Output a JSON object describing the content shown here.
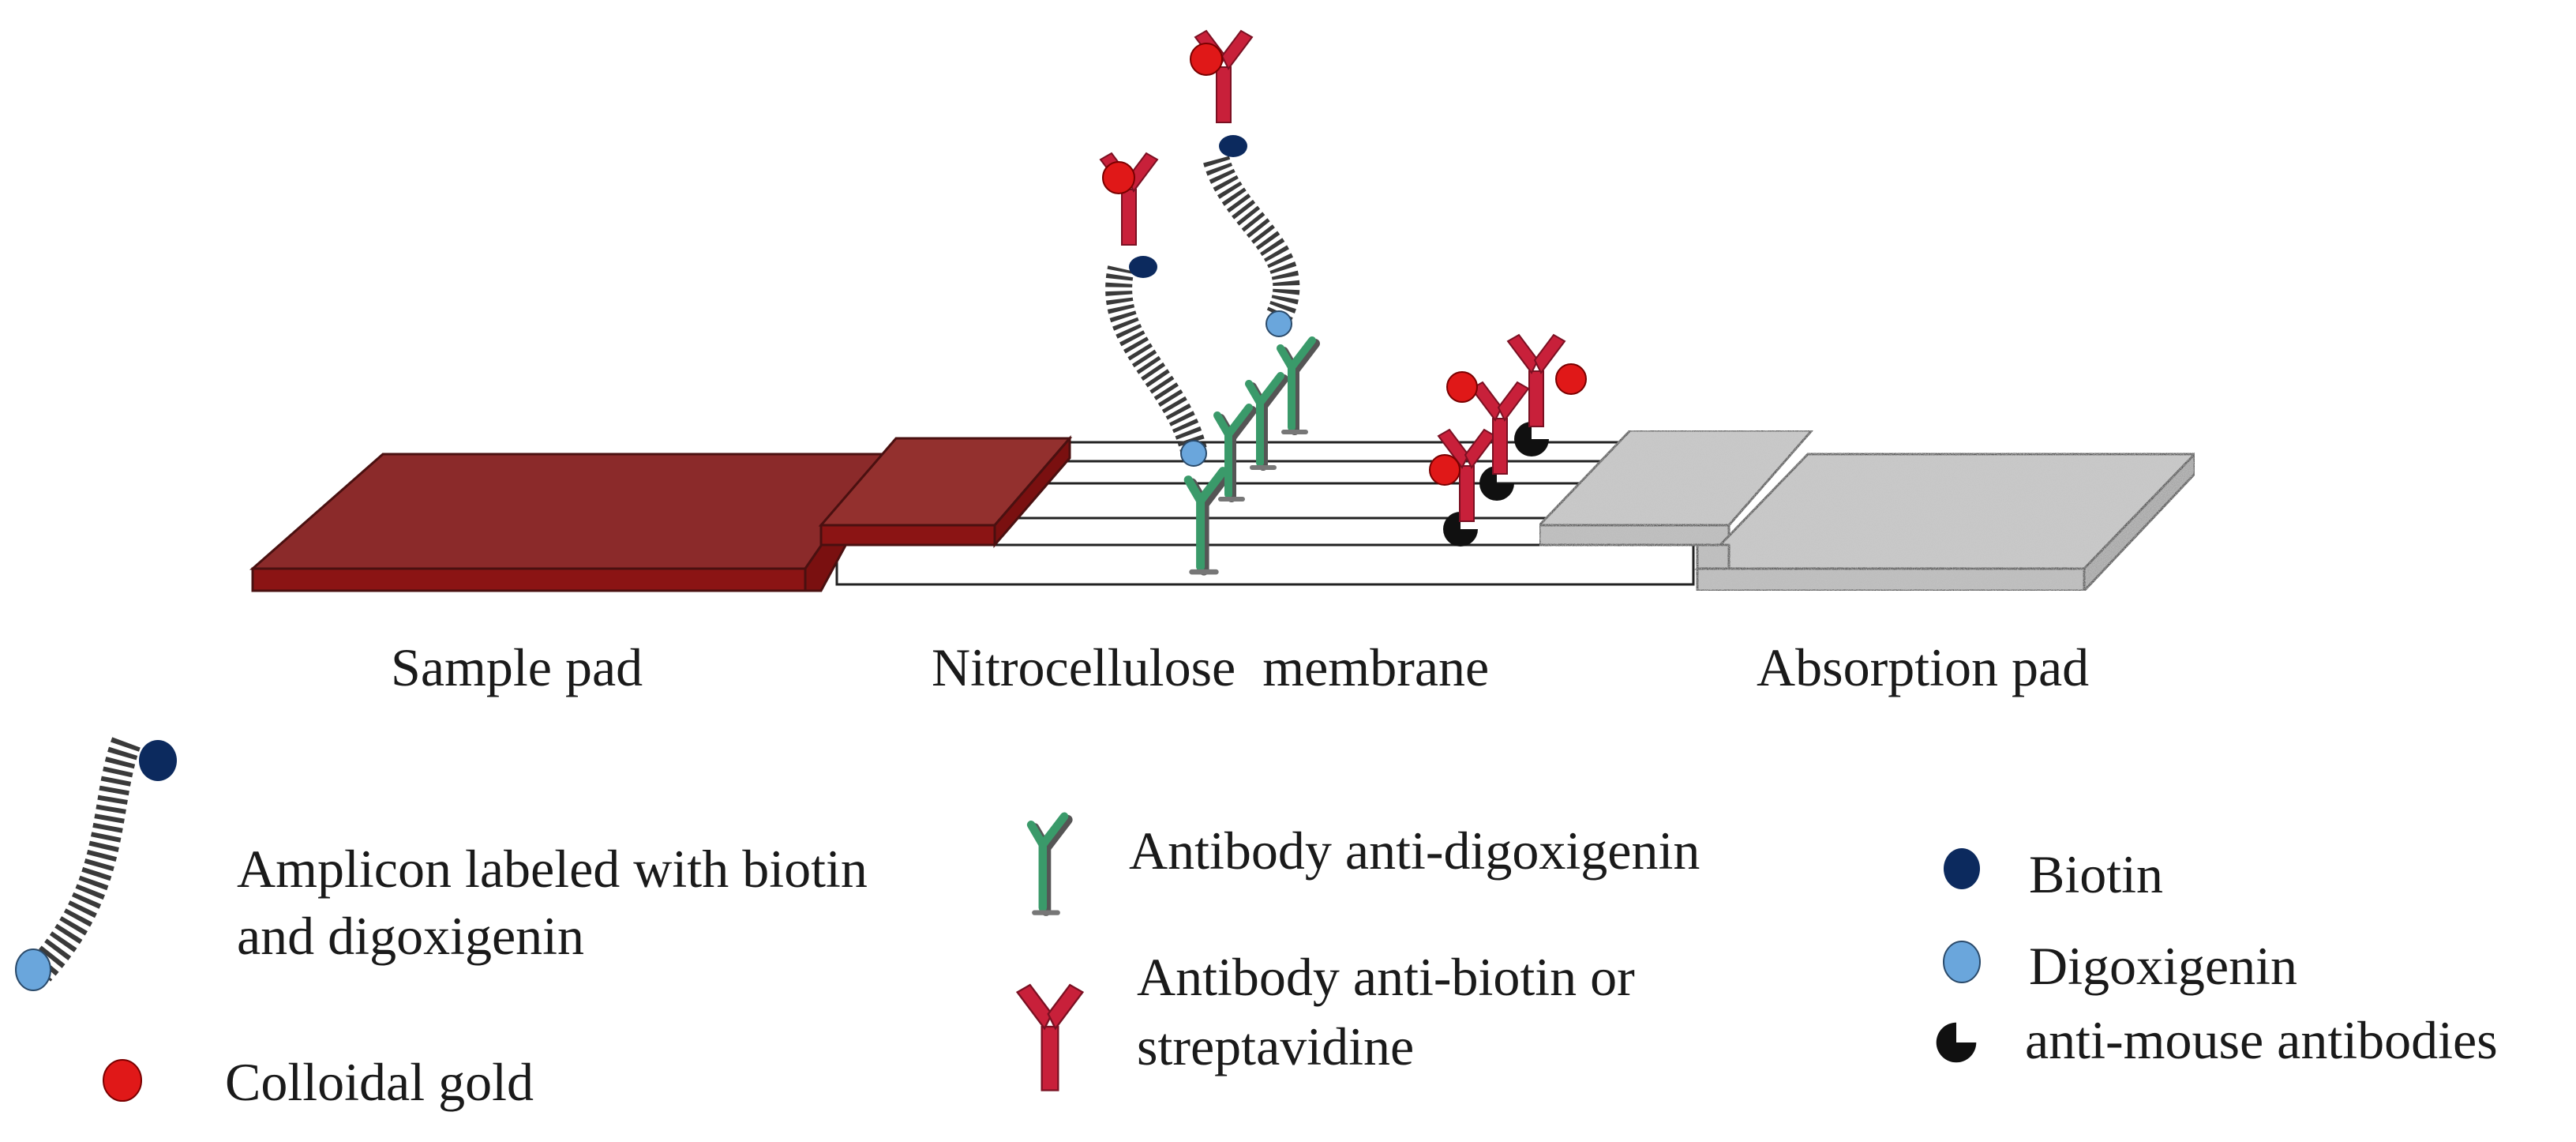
{
  "strip_labels": {
    "sample_pad": "Sample pad",
    "membrane": "Nitrocellulose  membrane",
    "absorption_pad": "Absorption pad"
  },
  "legend": {
    "amplicon_line1": "Amplicon labeled with biotin",
    "amplicon_line2": "and digoxigenin",
    "colloidal_gold": "Colloidal gold",
    "anti_dig": "Antibody anti-digoxigenin",
    "anti_biotin_line1": "Antibody anti-biotin or",
    "anti_biotin_line2": "streptavidine",
    "biotin": "Biotin",
    "digoxigenin": "Digoxigenin",
    "anti_mouse": "anti-mouse antibodies"
  },
  "colors": {
    "sample_pad": "#8b2a2a",
    "membrane": "#ffffff",
    "absorption_pad": "#c4c4c4",
    "antibody_anti_dig": "#3a9a6a",
    "antibody_anti_biotin": "#c8203a",
    "colloidal_gold": "#e01818",
    "biotin": "#0c2a5e",
    "digoxigenin": "#6aa6dc",
    "anti_mouse": "#101010",
    "amplicon": "#3a3a3a"
  }
}
